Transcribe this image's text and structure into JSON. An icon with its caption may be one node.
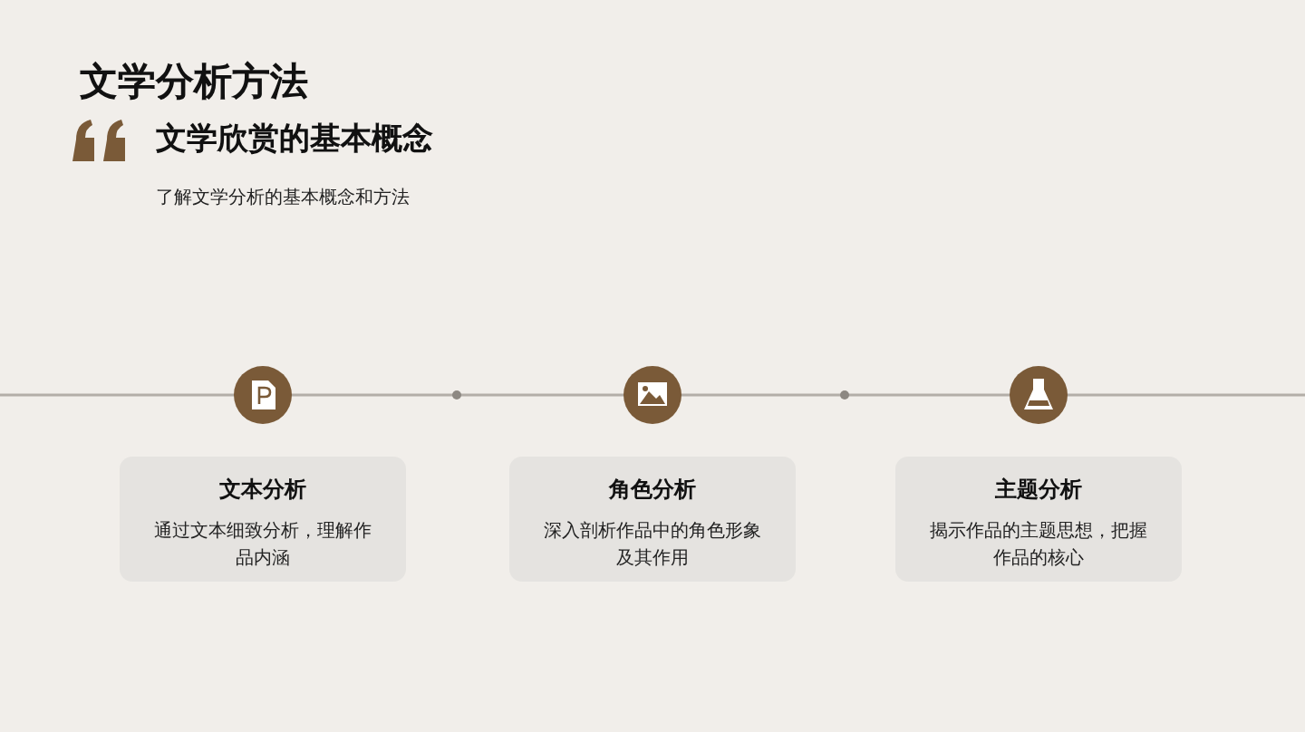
{
  "diagram": {
    "title": "文学分析方法",
    "nodes": [
      {
        "text": [
          "文本分析",
          "通过文本细致分析，理解作品内涵"
        ]
      },
      {
        "text": [
          "角色分析",
          "深入剖析作品中的角色形象及其作用"
        ]
      },
      {
        "text": [
          "主题分析",
          "揭示作品的主题思想，把握作品的核心"
        ]
      }
    ],
    "labels": [
      "文学欣赏的基本概念",
      "了解文学分析的基本概念和方法"
    ]
  }
}
